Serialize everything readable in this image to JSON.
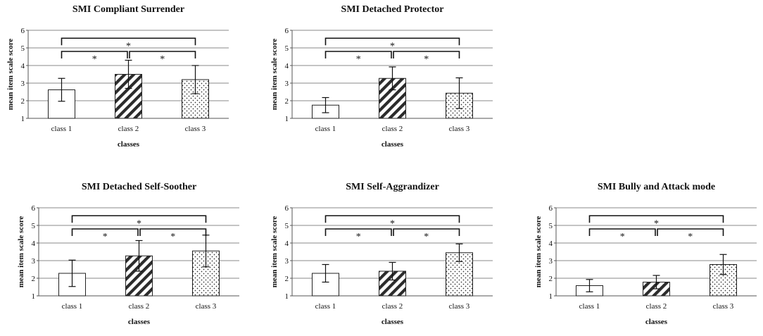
{
  "chart_data": [
    {
      "type": "bar",
      "title": "SMI Compliant Surrender",
      "xlabel": "classes",
      "ylabel": "mean item scale score",
      "categories": [
        "class 1",
        "class 2",
        "class 3"
      ],
      "values": [
        2.62,
        3.5,
        3.2
      ],
      "error": [
        0.65,
        0.8,
        0.8
      ],
      "patterns": [
        "none",
        "diagonal-hatch",
        "dots"
      ],
      "ylim": [
        1,
        6
      ],
      "yticks": [
        "1",
        "2",
        "3",
        "4",
        "5",
        "6"
      ],
      "grid": true,
      "significance": [
        {
          "from": 0,
          "to": 1,
          "label": "*"
        },
        {
          "from": 1,
          "to": 2,
          "label": "*"
        },
        {
          "from": 0,
          "to": 2,
          "label": "*"
        }
      ]
    },
    {
      "type": "bar",
      "title": "SMI Detached Protector",
      "xlabel": "classes",
      "ylabel": "mean item scale score",
      "categories": [
        "class 1",
        "class 2",
        "class 3"
      ],
      "values": [
        1.75,
        3.27,
        2.43
      ],
      "error": [
        0.43,
        0.65,
        0.87
      ],
      "patterns": [
        "none",
        "diagonal-hatch",
        "dots"
      ],
      "ylim": [
        1,
        6
      ],
      "yticks": [
        "1",
        "2",
        "3",
        "4",
        "5",
        "6"
      ],
      "grid": true,
      "significance": [
        {
          "from": 0,
          "to": 1,
          "label": "*"
        },
        {
          "from": 1,
          "to": 2,
          "label": "*"
        },
        {
          "from": 0,
          "to": 2,
          "label": "*"
        }
      ]
    },
    {
      "type": "bar",
      "title": "SMI Detached Self-Soother",
      "xlabel": "classes",
      "ylabel": "mean item scale score",
      "categories": [
        "class 1",
        "class 2",
        "class 3"
      ],
      "values": [
        2.28,
        3.27,
        3.55
      ],
      "error": [
        0.75,
        0.87,
        0.9
      ],
      "patterns": [
        "none",
        "diagonal-hatch",
        "dots"
      ],
      "ylim": [
        1,
        6
      ],
      "yticks": [
        "1",
        "2",
        "3",
        "4",
        "5",
        "6"
      ],
      "grid": true,
      "significance": [
        {
          "from": 0,
          "to": 1,
          "label": "*"
        },
        {
          "from": 1,
          "to": 2,
          "label": "*"
        },
        {
          "from": 0,
          "to": 2,
          "label": "*"
        }
      ]
    },
    {
      "type": "bar",
      "title": "SMI Self-Aggrandizer",
      "xlabel": "classes",
      "ylabel": "mean item scale score",
      "categories": [
        "class 1",
        "class 2",
        "class 3"
      ],
      "values": [
        2.28,
        2.4,
        3.45
      ],
      "error": [
        0.5,
        0.5,
        0.5
      ],
      "patterns": [
        "none",
        "diagonal-hatch",
        "dots"
      ],
      "ylim": [
        1,
        6
      ],
      "yticks": [
        "1",
        "2",
        "3",
        "4",
        "5",
        "6"
      ],
      "grid": true,
      "significance": [
        {
          "from": 0,
          "to": 1,
          "label": "*"
        },
        {
          "from": 1,
          "to": 2,
          "label": "*"
        },
        {
          "from": 0,
          "to": 2,
          "label": "*"
        }
      ]
    },
    {
      "type": "bar",
      "title": "SMI Bully and Attack mode",
      "xlabel": "classes",
      "ylabel": "mean item scale score",
      "categories": [
        "class 1",
        "class 2",
        "class 3"
      ],
      "values": [
        1.58,
        1.78,
        2.78
      ],
      "error": [
        0.35,
        0.38,
        0.57
      ],
      "patterns": [
        "none",
        "diagonal-hatch",
        "dots"
      ],
      "ylim": [
        1,
        6
      ],
      "yticks": [
        "1",
        "2",
        "3",
        "4",
        "5",
        "6"
      ],
      "grid": true,
      "significance": [
        {
          "from": 0,
          "to": 1,
          "label": "*"
        },
        {
          "from": 1,
          "to": 2,
          "label": "*"
        },
        {
          "from": 0,
          "to": 2,
          "label": "*"
        }
      ]
    }
  ]
}
